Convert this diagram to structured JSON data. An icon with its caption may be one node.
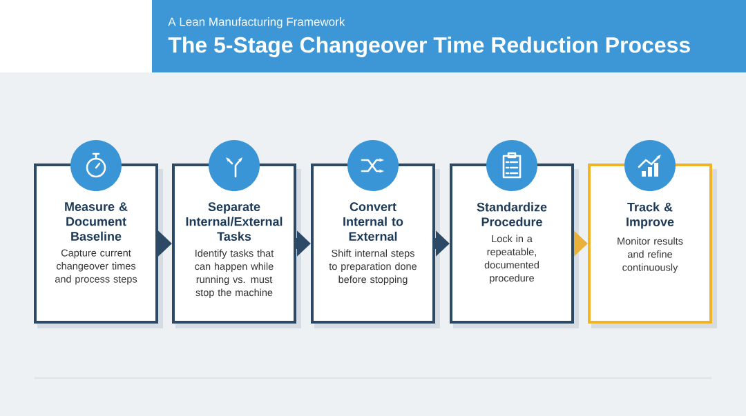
{
  "diagram": {
    "title": "The 5-Stage Changeover Time Reduction Process",
    "nodes": [
      {
        "text": [
          "Measure & Document Baseline",
          "Capture current changeover times and process steps"
        ]
      },
      {
        "text": [
          "Separate Internal/External Tasks",
          "Identify tasks that can happen while running vs. must stop the machine"
        ]
      },
      {
        "text": [
          "Convert Internal to External",
          "Shift internal steps to preparation done before stopping"
        ]
      },
      {
        "text": [
          "Standardize Procedure",
          "Lock in a repeatable, documented procedure"
        ]
      },
      {
        "text": [
          "Track & Improve",
          "Monitor results and refine continuously"
        ]
      }
    ],
    "edges": [
      {
        "from": 0,
        "to": 1,
        "arrow": "to"
      },
      {
        "from": 1,
        "to": 2,
        "arrow": "to"
      },
      {
        "from": 2,
        "to": 3,
        "arrow": "to"
      },
      {
        "from": 3,
        "to": 4,
        "arrow": "to",
        "color": "#e9b13b"
      }
    ],
    "labels": [
      "A Lean Manufacturing Framework"
    ]
  }
}
